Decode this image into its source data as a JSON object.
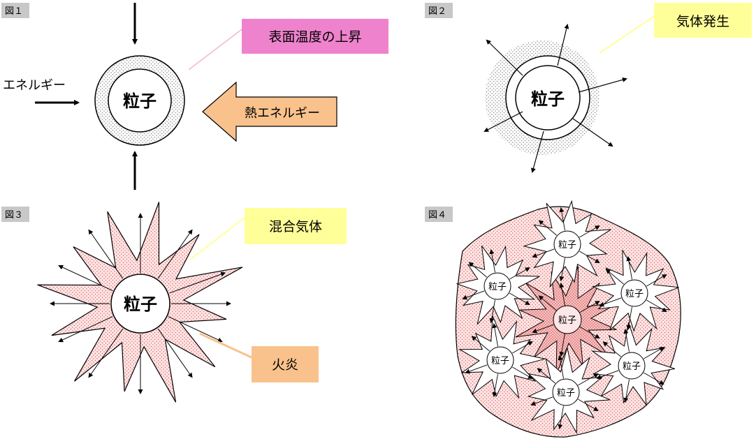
{
  "figures": {
    "fig1": {
      "tag": "図１",
      "particle": "粒子",
      "energy_label": "エネルギー",
      "heat_energy_label": "熱エネルギー",
      "callout": "表面温度の上昇"
    },
    "fig2": {
      "tag": "図２",
      "particle": "粒子",
      "callout": "気体発生"
    },
    "fig3": {
      "tag": "図３",
      "particle": "粒子",
      "callout_gas": "混合気体",
      "callout_flame": "火炎"
    },
    "fig4": {
      "tag": "図４",
      "particle": "粒子"
    }
  },
  "colors": {
    "pink_callout": "#ee82cc",
    "yellow_callout": "#ffff99",
    "orange_callout": "#f9c28c",
    "heat_arrow": "#f9c28c",
    "flame_fill": "#fde0e0",
    "flame_dot": "#e06060",
    "gas_dot": "#888888"
  }
}
